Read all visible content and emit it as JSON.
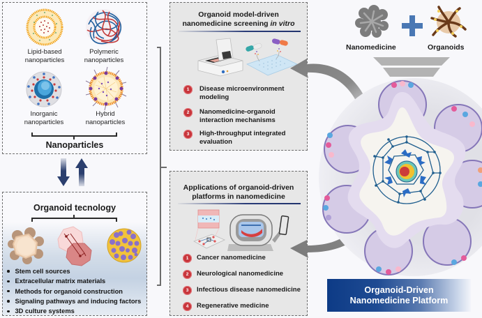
{
  "nanoparticles": {
    "title": "Nanoparticles",
    "types": [
      {
        "label_line1": "Lipid-based",
        "label_line2": "nanoparticles",
        "icon": "lipid-nanoparticle-icon"
      },
      {
        "label_line1": "Polymeric",
        "label_line2": "nanoparticles",
        "icon": "polymeric-nanoparticle-icon"
      },
      {
        "label_line1": "Inorganic",
        "label_line2": "nanoparticles",
        "icon": "inorganic-nanoparticle-icon"
      },
      {
        "label_line1": "Hybrid",
        "label_line2": "nanoparticles",
        "icon": "hybrid-nanoparticle-icon"
      }
    ]
  },
  "organoid_technology": {
    "title": "Organoid tecnology",
    "items": [
      "Stem cell sources",
      "Extracellular matrix materials",
      "Methods for organoid construction",
      "Signaling pathways and inducing factors",
      "3D culture systems"
    ]
  },
  "screening": {
    "title_line1": "Organoid model-driven",
    "title_line2": "nanomedicine screening",
    "title_italic": "in vitro",
    "items": [
      {
        "num": "1",
        "line1": "Disease microenvironment",
        "line2": "modeling"
      },
      {
        "num": "2",
        "line1": "Nanomedicine-organoid",
        "line2": "interaction mechanisms"
      },
      {
        "num": "3",
        "line1": "High-throughput integrated",
        "line2": "evaluation"
      }
    ]
  },
  "applications": {
    "title_line1": "Applications of organoid-driven",
    "title_line2": "platforms in nanomedicine",
    "items": [
      {
        "num": "1",
        "text": "Cancer nanomedicine"
      },
      {
        "num": "2",
        "text": "Neurological nanomedicine"
      },
      {
        "num": "3",
        "text": "Infectious disease nanomedicine"
      },
      {
        "num": "4",
        "text": "Regenerative medicine"
      }
    ]
  },
  "platform": {
    "input1": "Nanomedicine",
    "input2": "Organoids",
    "banner_line1": "Organoid-Driven",
    "banner_line2": "Nanomedicine Platform"
  },
  "colors": {
    "badge_red": "#c8363c",
    "banner_blue": "#0d3b86",
    "arrow_navy": "#2b3f6e",
    "plus_blue": "#4a78b4"
  }
}
